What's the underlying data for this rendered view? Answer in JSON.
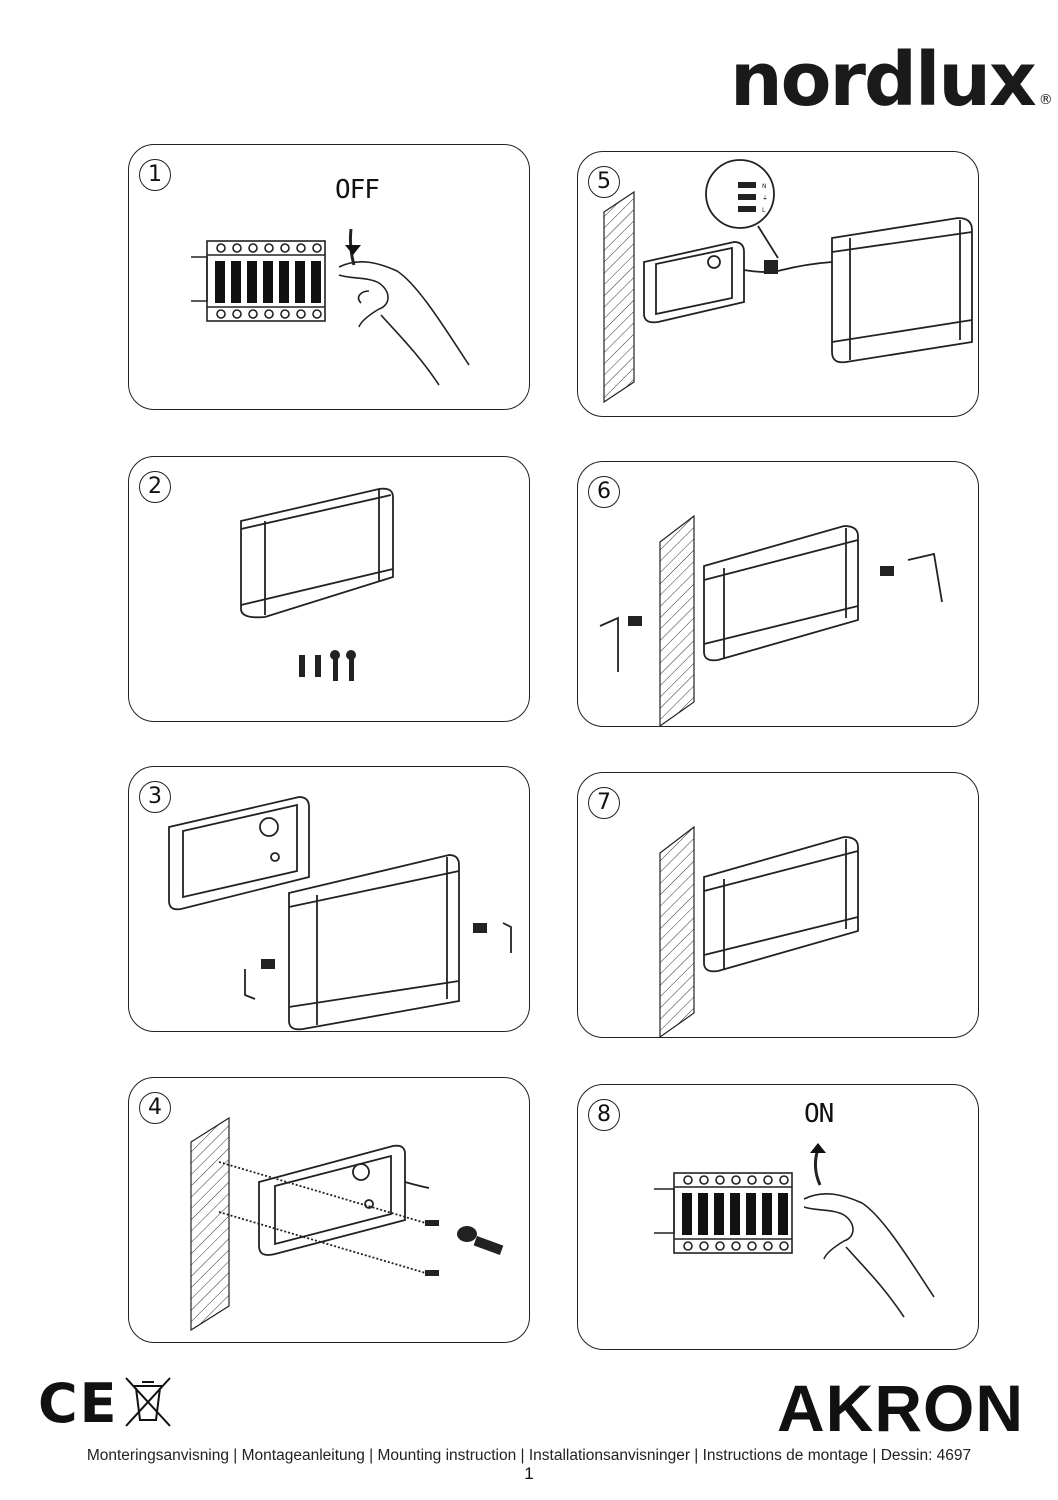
{
  "brand": {
    "name": "nordlux",
    "reg": "®"
  },
  "product": "AKRON",
  "steps": [
    {
      "num": "1",
      "label": "OFF"
    },
    {
      "num": "2",
      "label": ""
    },
    {
      "num": "3",
      "label": ""
    },
    {
      "num": "4",
      "label": ""
    },
    {
      "num": "5",
      "label": ""
    },
    {
      "num": "6",
      "label": ""
    },
    {
      "num": "7",
      "label": ""
    },
    {
      "num": "8",
      "label": "ON"
    }
  ],
  "wiring": {
    "n": "N",
    "e": "⏚",
    "l": "L"
  },
  "marks": {
    "ce": "CE",
    "weee_icon": "crossed-bin-icon"
  },
  "footer": "Monteringsanvisning | Montageanleitung | Mounting instruction | Installationsanvisninger | Instructions de montage | Dessin: 4697",
  "page_number": "1"
}
